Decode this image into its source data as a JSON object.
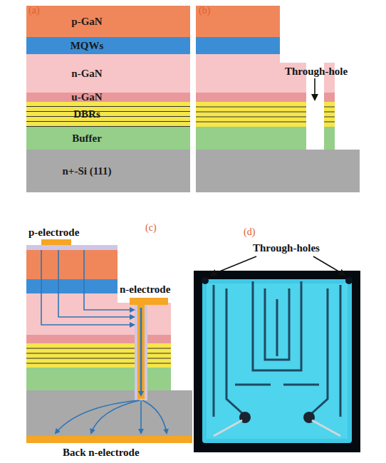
{
  "diagram": {
    "nodes": [
      {
        "text": [
          "p-GaN"
        ]
      },
      {
        "text": [
          "MQWs"
        ]
      },
      {
        "text": [
          "n-GaN"
        ]
      },
      {
        "text": [
          "u-GaN"
        ]
      },
      {
        "text": [
          "DBRs"
        ]
      },
      {
        "text": [
          "Buffer"
        ]
      },
      {
        "text": [
          "n+-Si (111)"
        ]
      }
    ],
    "labels": [
      "(a)",
      "(b)",
      "Through-hole",
      "p-electrode",
      "(c)",
      "n-electrode",
      "Back n-electrode",
      "(d)",
      "Through-holes"
    ]
  }
}
